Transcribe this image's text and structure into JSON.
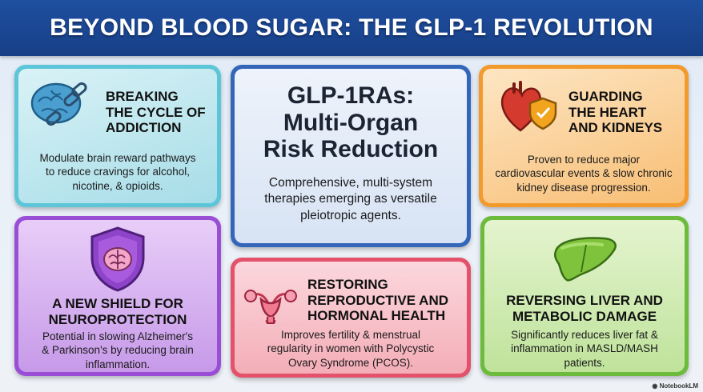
{
  "header": {
    "title": "BEYOND BLOOD SUGAR: THE GLP-1 REVOLUTION"
  },
  "cards": {
    "addiction": {
      "title": [
        "BREAKING",
        "THE CYCLE OF",
        "ADDICTION"
      ],
      "desc": [
        "Modulate brain reward pathways",
        "to reduce cravings for alcohol,",
        "nicotine, & opioids."
      ],
      "icon": "brain-chain-icon",
      "color": "#5cc6d8"
    },
    "center": {
      "title": [
        "GLP-1RAs:",
        "Multi-Organ",
        "Risk Reduction"
      ],
      "desc": [
        "Comprehensive, multi-system",
        "therapies emerging as versatile",
        "pleiotropic agents."
      ],
      "color": "#3366b8"
    },
    "heart": {
      "title": [
        "GUARDING",
        "THE HEART",
        "AND KIDNEYS"
      ],
      "desc": [
        "Proven to reduce major",
        "cardiovascular events & slow chronic",
        "kidney disease progression."
      ],
      "icon": "heart-shield-icon",
      "color": "#f29a2c"
    },
    "neuro": {
      "title": [
        "A NEW SHIELD FOR",
        "NEUROPROTECTION"
      ],
      "desc": [
        "Potential in slowing Alzheimer's",
        "& Parkinson's by reducing brain",
        "inflammation."
      ],
      "icon": "shield-brain-icon",
      "color": "#9a4ed6"
    },
    "repro": {
      "title": [
        "RESTORING",
        "REPRODUCTIVE AND",
        "HORMONAL HEALTH"
      ],
      "desc": [
        "Improves fertility & menstrual",
        "regularity in women with Polycystic",
        "Ovary Syndrome (PCOS)."
      ],
      "icon": "uterus-icon",
      "color": "#e3516a"
    },
    "liver": {
      "title": [
        "REVERSING LIVER AND",
        "METABOLIC DAMAGE"
      ],
      "desc": [
        "Significantly reduces liver fat &",
        "inflammation in MASLD/MASH",
        "patients."
      ],
      "icon": "liver-icon",
      "color": "#6dbb3c"
    }
  },
  "footer": {
    "brand": "NotebookLM"
  }
}
